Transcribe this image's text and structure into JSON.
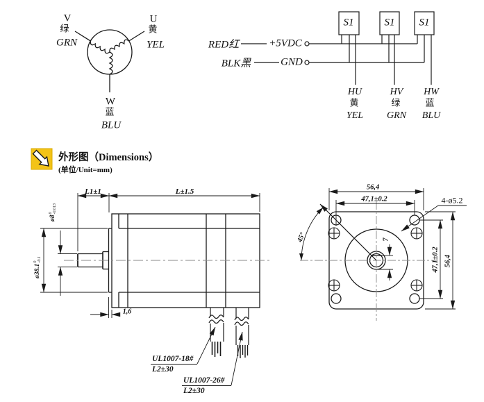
{
  "colors": {
    "line": "#1a1a1a",
    "accent_yellow": "#F3C317",
    "centerline": "#8a8a8a",
    "background": "#ffffff"
  },
  "winding": {
    "v": {
      "phase": "V",
      "cn": "绿",
      "en": "GRN"
    },
    "u": {
      "phase": "U",
      "cn": "黄",
      "en": "YEL"
    },
    "w": {
      "phase": "W",
      "cn": "蓝",
      "en": "BLU"
    }
  },
  "power": {
    "red": "RED红",
    "vcc": "+5VDC",
    "black": "BLK黑",
    "gnd": "GND"
  },
  "hall": {
    "sensor": "S1",
    "hu": {
      "sig": "HU",
      "cn": "黄",
      "en": "YEL"
    },
    "hv": {
      "sig": "HV",
      "cn": "绿",
      "en": "GRN"
    },
    "hw": {
      "sig": "HW",
      "cn": "蓝",
      "en": "BLU"
    }
  },
  "header": {
    "title": "外形图（Dimensions）",
    "unit": "(单位/Unit=mm)"
  },
  "side_view": {
    "dim_l1": "L1±1",
    "dim_l": "L±1.5",
    "shaft": {
      "dia": "ø8",
      "sup": "0",
      "sub": "-0.013"
    },
    "boss": {
      "dia": "ø38.1",
      "sup": "0",
      "sub": "-0.1"
    },
    "boss_thickness": "1,6",
    "cable1": {
      "spec": "UL1007-18#",
      "len": "L2±30"
    },
    "cable2": {
      "spec": "UL1007-26#",
      "len": "L2±30"
    }
  },
  "front_view": {
    "width_top": "56,4",
    "hole_pitch_top": "47,1±0.2",
    "holes": "4-ø5.2",
    "angle": "45°",
    "shaft_flat": "7",
    "hole_pitch_right": "47,1±0.2",
    "height_right": "56,4"
  }
}
